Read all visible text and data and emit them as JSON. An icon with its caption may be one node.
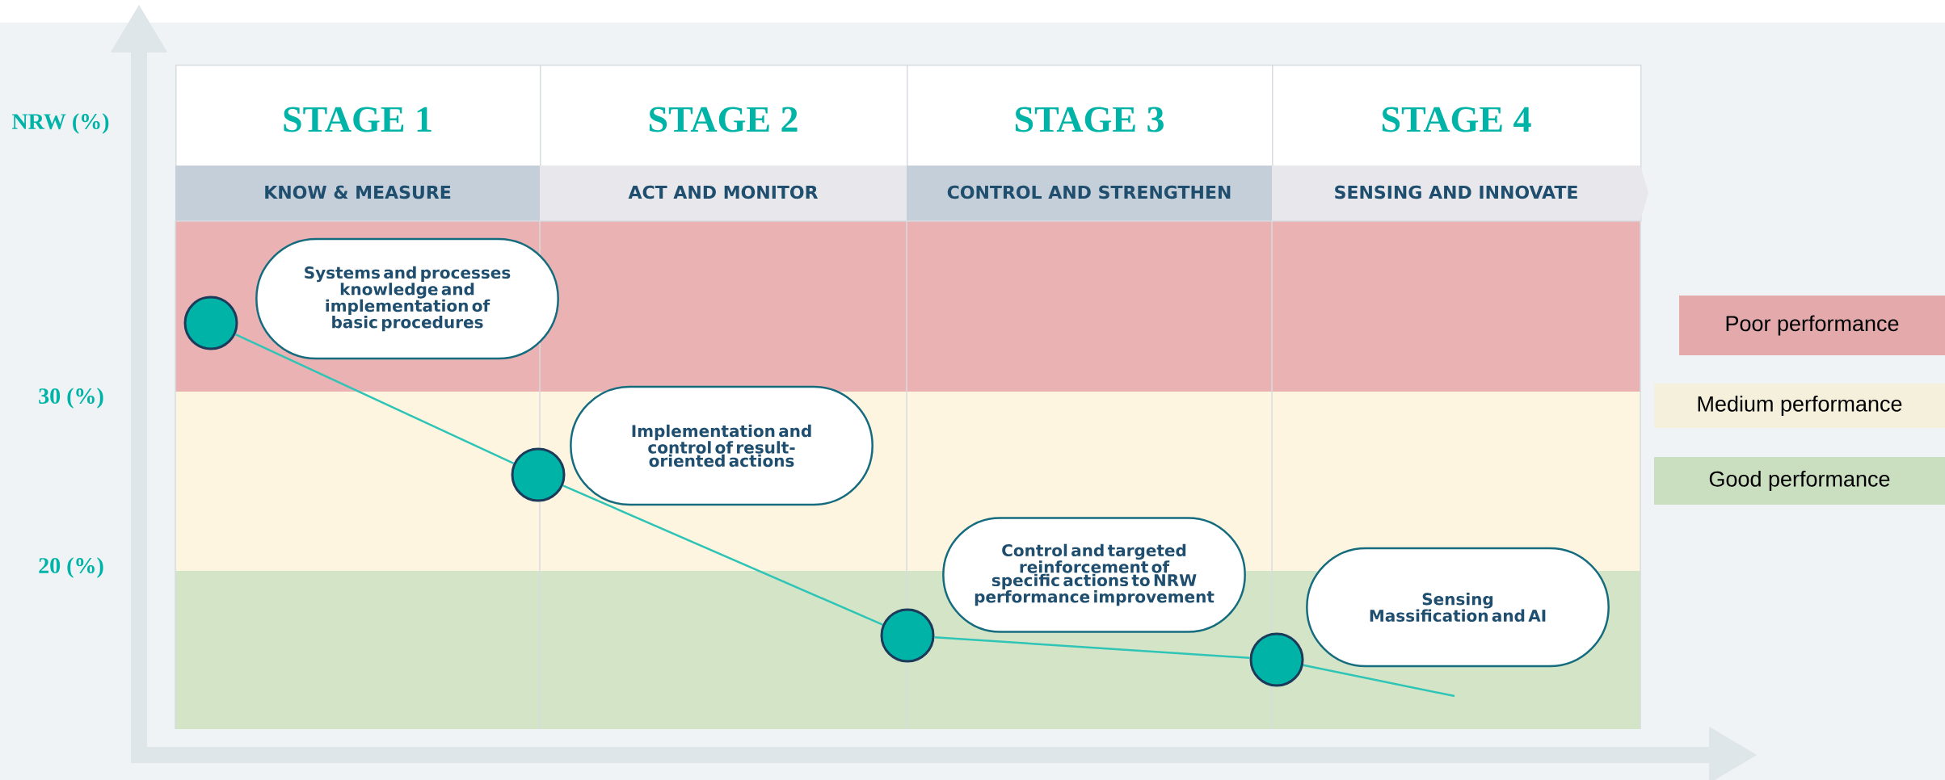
{
  "diagram": {
    "nodes": [
      {
        "text": [
          "STAGE 1",
          "KNOW & MEASURE"
        ]
      },
      {
        "text": [
          "STAGE 2",
          "ACT AND MONITOR"
        ]
      },
      {
        "text": [
          "STAGE 3",
          "CONTROL AND STRENGTHEN"
        ]
      },
      {
        "text": [
          "STAGE 4",
          "SENSING AND INNOVATE"
        ]
      },
      {
        "text": [],
        "shape": "circle"
      },
      {
        "text": [
          "Systems  and processes knowledge and implementation of basic procedures"
        ]
      },
      {
        "text": [],
        "shape": "circle"
      },
      {
        "text": [
          "Implementation and control of result-oriented actions"
        ]
      },
      {
        "text": [],
        "shape": "circle"
      },
      {
        "text": [
          "Control and targeted reinforcement of specific actions to NRW performance improvement"
        ]
      },
      {
        "text": [],
        "shape": "circle"
      },
      {
        "text": [
          "Sensing Massification and AI"
        ]
      }
    ],
    "edges": [
      {
        "from": 4,
        "to": 6,
        "arrow": "none"
      },
      {
        "from": 6,
        "to": 8,
        "arrow": "none"
      },
      {
        "from": 8,
        "to": 10,
        "arrow": "none"
      },
      {
        "from": 10,
        "to": null,
        "arrow": "none"
      }
    ],
    "labels": [
      "NRW (%)",
      "30 (%)",
      "20 (%)"
    ],
    "legend": [
      {
        "text": "Poor performance",
        "color": "#e3a9ab"
      },
      {
        "text": "Medium performance",
        "color": "#f5f0dc"
      },
      {
        "text": "Good performance",
        "color": "#c9dfc0"
      }
    ]
  }
}
